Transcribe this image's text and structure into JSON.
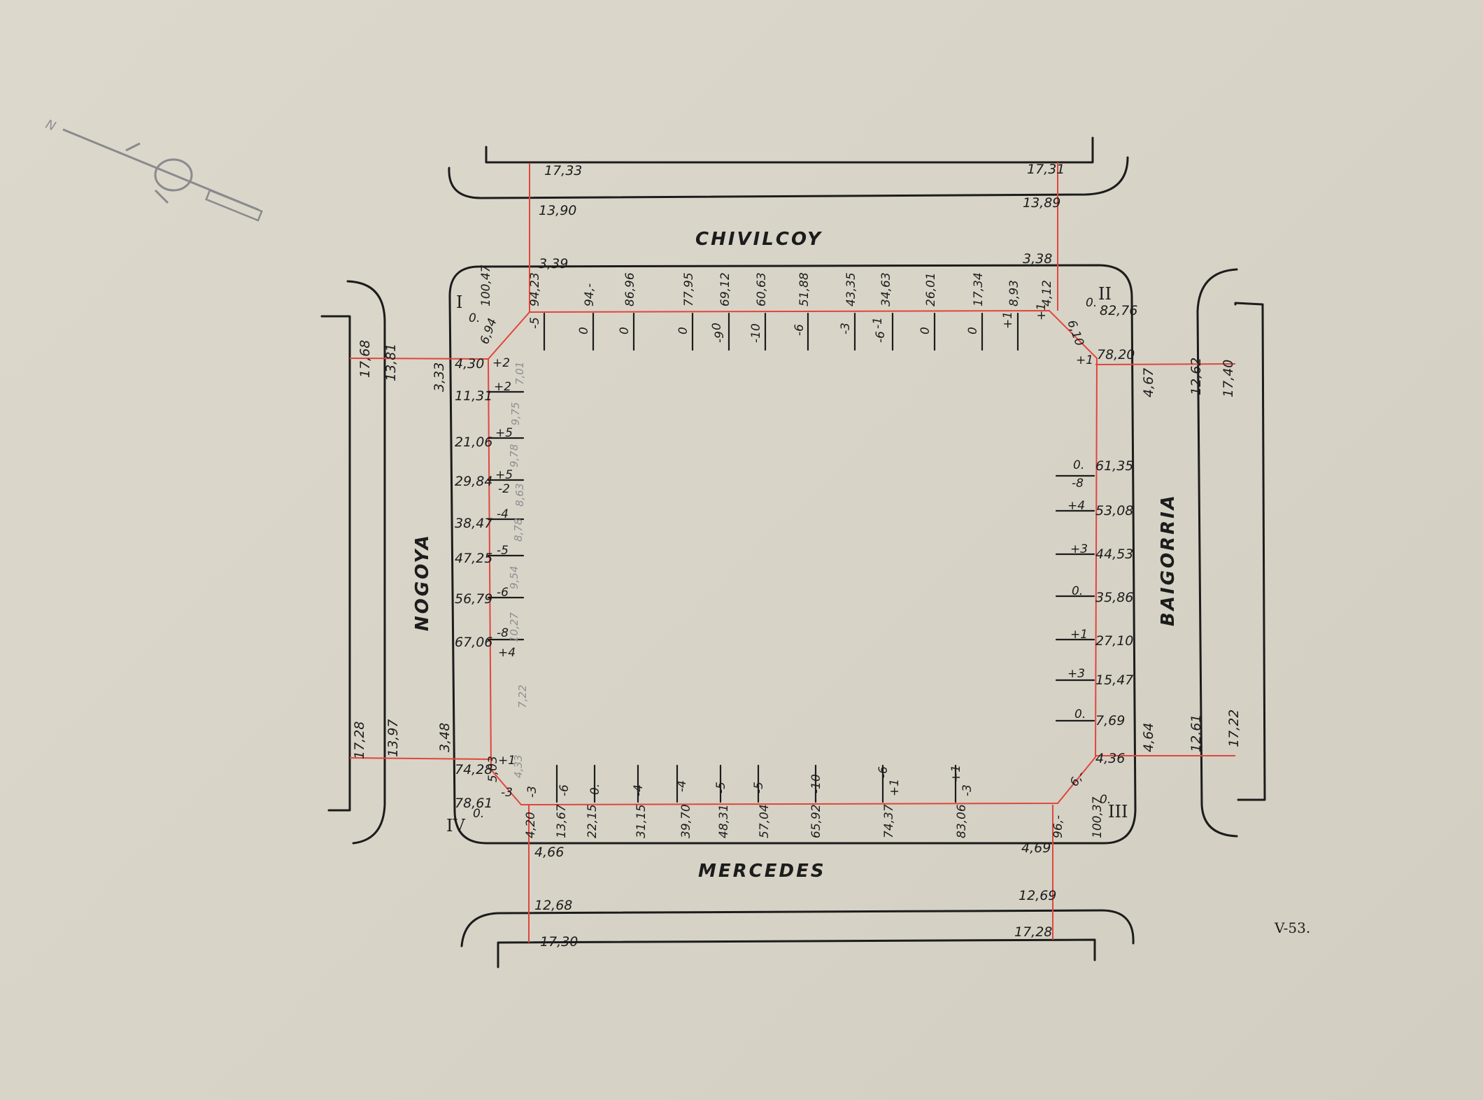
{
  "streets": {
    "top": "CHIVILCOY",
    "bottom": "MERCEDES",
    "left": "NOGOYA",
    "right": "BAIGORRIA"
  },
  "corners": {
    "c1": "I",
    "c2": "II",
    "c3": "III",
    "c4": "IV",
    "zero": "0."
  },
  "sheet_number": "V-53.",
  "top_side": {
    "street_far_left": "17,33",
    "street_near_left": "13,90",
    "street_far_right": "17,31",
    "street_near_right": "13,89",
    "block_left": "3,39",
    "block_right": "3,38",
    "stations": [
      "100,47",
      "94,23",
      "94,-",
      "86,96",
      "77,95",
      "69,12",
      "60,63",
      "51,88",
      "43,35",
      "34,63",
      "26,01",
      "17,34",
      "8,93",
      "4,12"
    ],
    "marks": [
      "-5",
      "0",
      "0",
      "0",
      "0",
      "-9",
      "-10",
      "-6",
      "-3",
      "-1",
      "-6",
      "0",
      "0",
      "+1",
      "+1"
    ],
    "chamfer_left": "6,94",
    "chamfer_right": "6,10",
    "corner_right": "82,76"
  },
  "left_side": {
    "street_far_top": "17,68",
    "street_near_top": "13,81",
    "block_top": "3,33",
    "street_far_bottom": "17,28",
    "street_near_bottom": "13,97",
    "block_bottom": "3,48",
    "stations": [
      "4,30",
      "11,31",
      "21,06",
      "29,84",
      "38,47",
      "47,25",
      "56,79",
      "67,06",
      "74,28",
      "78,61"
    ],
    "marks": [
      "+2",
      "+2",
      "+5",
      "+5",
      "-2",
      "-4",
      "-5",
      "-6",
      "-8",
      "+4",
      "+1",
      "-3"
    ],
    "pencil": [
      "7,01",
      "9,75",
      "9,78",
      "8,63",
      "8,78",
      "9,54",
      "10,27",
      "7,22",
      "4,33"
    ],
    "chamfer_bottom": "5,03"
  },
  "right_side": {
    "corner_top": "78,20",
    "block_top": "4,67",
    "street_near_top": "12,62",
    "street_far_top": "17,40",
    "stations": [
      "61,35",
      "53,08",
      "44,53",
      "35,86",
      "27,10",
      "15,47",
      "7,69",
      "4,36"
    ],
    "marks": [
      "0.",
      "-8",
      "+4",
      "+3",
      "0.",
      "+1",
      "+3",
      "0.",
      "+1"
    ],
    "block_bottom": "4,64",
    "street_near_bottom": "12,61",
    "street_far_bottom": "17,22",
    "chamfer_bottom": "6,-"
  },
  "bottom_side": {
    "stations": [
      "4,20",
      "13,67",
      "22,15",
      "31,15",
      "39,70",
      "48,31",
      "57,04",
      "65,92",
      "74,37",
      "83,06",
      "96,-",
      "100,37"
    ],
    "marks": [
      "-3",
      "-6",
      "0.",
      "-4",
      "-4",
      "-5",
      "-5",
      "-10",
      "-6",
      "+1",
      "+1",
      "-3"
    ],
    "block_left": "4,66",
    "street_near_left": "12,68",
    "street_far_left": "17,30",
    "block_right": "4,69",
    "street_near_right": "12,69",
    "street_far_right": "17,28"
  }
}
